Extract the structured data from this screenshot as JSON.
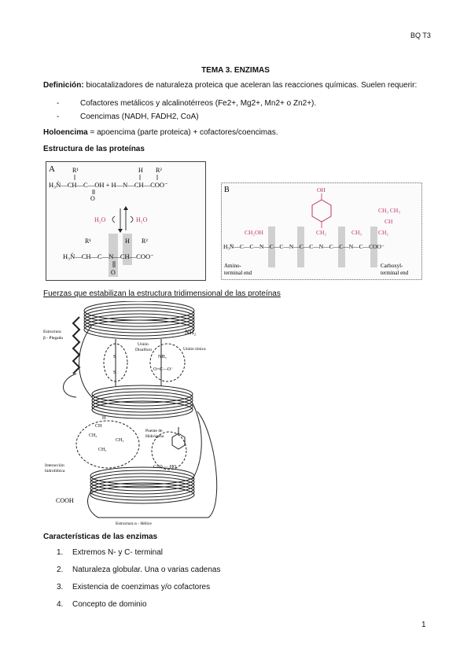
{
  "header": {
    "code": "BQ T3"
  },
  "title": "TEMA 3. ENZIMAS",
  "definition": {
    "label": "Definición:",
    "text": " biocatalizadores de naturaleza proteica que aceleran las reacciones químicas. Suelen requerir:",
    "items": [
      "Cofactores metálicos y alcalinotérreos (Fe2+, Mg2+, Mn2+ o Zn2+).",
      "Coencimas (NADH, FADH2, CoA)"
    ],
    "dash": "-"
  },
  "holoenzyme": {
    "label": "Holoencima",
    "text": " = apoencima (parte proteica) + cofactores/coencimas."
  },
  "structure_heading": "Estructura de las proteínas",
  "figure_a": {
    "letter": "A",
    "r1": "R¹",
    "r2": "R²",
    "h": "H",
    "left_chain": "H₃N̈—CH—C—OH + H—N—CH—COO⁻",
    "o": "O",
    "water_left": "H₂O",
    "water_right": "H₂O",
    "bottom_chain": "H₃N̈—CH—C—N—CH—COO⁻"
  },
  "figure_b": {
    "letter": "B",
    "oh": "OH",
    "ch2oh": "CH₂OH",
    "ch2": "CH₂",
    "ch3": "CH₃",
    "ch3ch3": "CH₃ CH₃",
    "ch": "CH",
    "chain": "H₃N̈—C—C—N—C—C—N—C—C—N—C—C—N—C—COO⁻",
    "amino_end": "Amino-",
    "amino_end2": "terminal end",
    "carboxyl_end": "Carboxyl-",
    "carboxyl_end2": "terminal end"
  },
  "forces_heading": "Fuerzas que estabilizan la estructura tridimensional de las proteínas",
  "forces_figure": {
    "nh2": "NH₂",
    "cooh": "COOH",
    "beta_label_1": "Estructura",
    "beta_label_2": "β - Plegada",
    "disulfide_1": "Unión",
    "disulfide_2": "Disulfuro",
    "ionic": "Unión iónica",
    "hbond_1": "Puente de",
    "hbond_2": "Hidrógeno",
    "hydrophobic_1": "Interacción",
    "hydrophobic_2": "hidrofóbica",
    "helix_label": "Estructura α - Hélice",
    "s": "S",
    "nh3": "NH₃",
    "oco": "O=C—O⁻",
    "ch3": "CH₃",
    "ch2": "CH₂",
    "ch": "CH",
    "h": "H",
    "co_ho": "C=O ··· HO"
  },
  "characteristics": {
    "heading": "Características de las enzimas",
    "items": [
      {
        "num": "1.",
        "text": "Extremos N- y C- terminal"
      },
      {
        "num": "2.",
        "text": "Naturaleza globular. Una o varias cadenas"
      },
      {
        "num": "3.",
        "text": "Existencia de coenzimas y/o cofactores"
      },
      {
        "num": "4.",
        "text": "Concepto de dominio"
      }
    ]
  },
  "page_number": "1"
}
